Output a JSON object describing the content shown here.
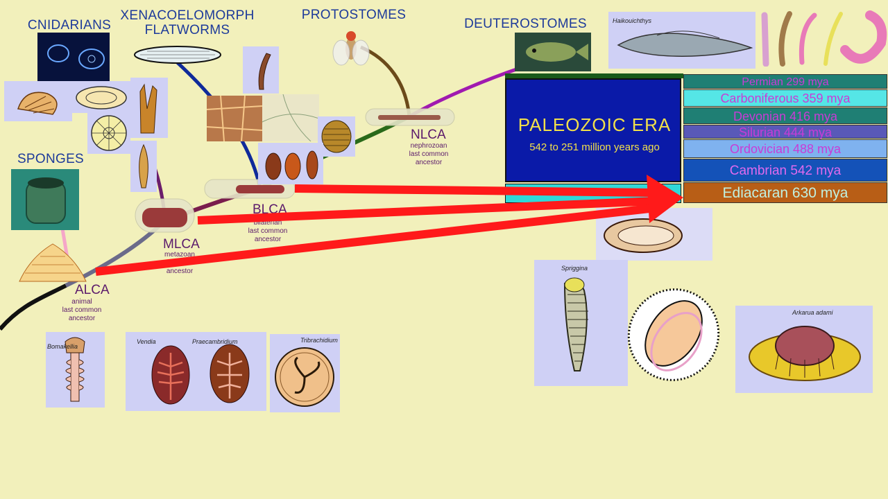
{
  "groups": {
    "cnidarians": "CNIDARIANS",
    "xenacoelomorph_line1": "XENACOELOMORPH",
    "xenacoelomorph_line2": "FLATWORMS",
    "protostomes": "PROTOSTOMES",
    "deuterostomes": "DEUTEROSTOMES",
    "sponges": "SPONGES"
  },
  "nodes": {
    "alca": {
      "label": "ALCA",
      "sub1": "animal",
      "sub2": "last common",
      "sub3": "ancestor"
    },
    "mlca": {
      "label": "MLCA",
      "sub1": "metazoan",
      "sub2": "ancestor"
    },
    "blca": {
      "label": "BLCA",
      "sub1": "bilaterian",
      "sub2": "last common",
      "sub3": "ancestor"
    },
    "nlca": {
      "label": "NLCA",
      "sub1": "nephrozoan",
      "sub2": "last common",
      "sub3": "ancestor"
    }
  },
  "era": {
    "title": "PALEOZOIC ERA",
    "range": "542 to 251 million years ago"
  },
  "periods": [
    {
      "label": "Permian 299 mya",
      "color": "#1f7f74"
    },
    {
      "label": "Carboniferous 359 mya",
      "color": "#55e6e6"
    },
    {
      "label": "Devonian 416 mya",
      "color": "#1f7f74"
    },
    {
      "label": "Silurian 444 mya",
      "color": "#5959b8"
    },
    {
      "label": "Ordovician 488 mya",
      "color": "#7fb2ef"
    },
    {
      "label": "Cambrian 542 mya",
      "color": "#1452b8"
    },
    {
      "label": "Ediacaran 630 mya",
      "color": "#b85e16"
    }
  ],
  "specimens": {
    "haikouichthys": "Haikouichthys",
    "spriggina": "Spriggina",
    "arkarua": "Arkarua adami",
    "vendia": "Vendia",
    "praecambridium": "Praecambridium",
    "tribrachidium": "Tribrachidium",
    "bomakellia": "Bomakellia"
  },
  "colors": {
    "background": "#f2f0bb",
    "arrow": "#ff1a1a",
    "era_box": "#0a1aa8",
    "era_text": "#f2e04a",
    "period_text": "#c93bd6",
    "group_text": "#1d3a9a",
    "node_text": "#5b1a6b"
  }
}
